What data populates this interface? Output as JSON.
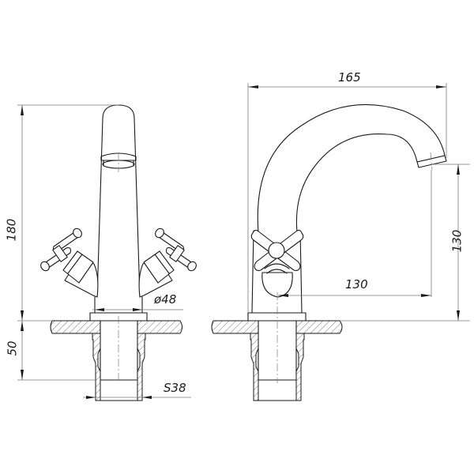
{
  "drawing": {
    "title": "Faucet technical drawing",
    "views": [
      {
        "name": "front-view",
        "description": "Two-handle basin faucet front elevation"
      },
      {
        "name": "side-view",
        "description": "Two-handle basin faucet side elevation"
      }
    ],
    "line_color": "#1a1a1a",
    "dimension_color": "#7a7a7a"
  },
  "dimensions": {
    "front_height": "180",
    "mount_depth": "50",
    "base_diameter": "ø48",
    "nut_size": "S38",
    "overall_width": "165",
    "spout_height": "130",
    "spout_reach": "130"
  }
}
